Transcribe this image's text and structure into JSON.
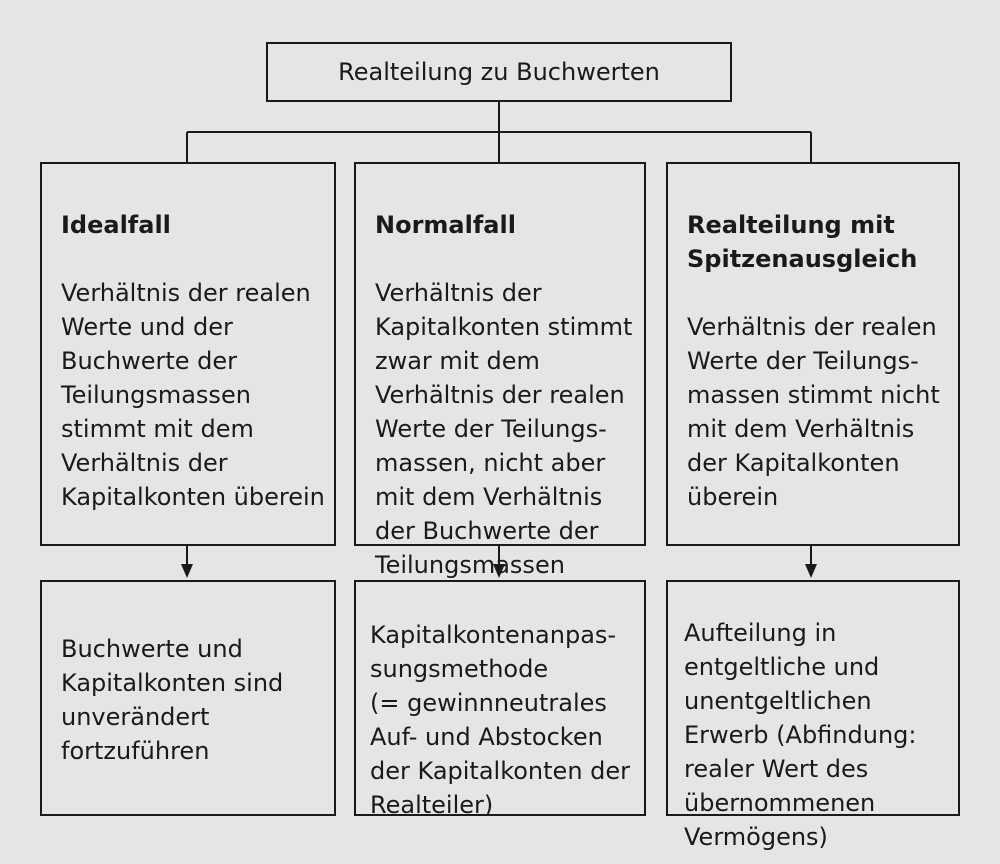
{
  "title": "Realteilung zu Buchwerten",
  "cases": [
    {
      "title": "Idealfall",
      "text": "Verhältnis der realen\nWerte und der\nBuchwerte der\nTeilungsmassen\nstimmt mit dem\nVerhältnis der\nKapitalkonten überein",
      "result": "Buchwerte und\nKapitalkonten sind\nunverändert\nfortzuführen"
    },
    {
      "title": "Normalfall",
      "text": "Verhältnis der\nKapitalkonten stimmt\nzwar mit dem\nVerhältnis der realen\nWerte der Teilungs-\nmassen, nicht aber\nmit dem Verhältnis\nder Buchwerte der\nTeilungsmassen\nüberein",
      "result": "Kapitalkontenanpas-\nsungsmethode\n(= gewinnneutrales\nAuf- und Abstocken\nder Kapitalkonten der\nRealteiler)"
    },
    {
      "title": "Realteilung mit\nSpitzenausgleich",
      "text": "Verhältnis der realen\nWerte der Teilungs-\nmassen stimmt nicht\nmit dem Verhältnis\nder Kapitalkonten\nüberein",
      "result": "Aufteilung in\nentgeltliche und\nunentgeltlichen\nErwerb (Abfindung:\nrealer Wert des\nübernommenen\nVermögens)"
    }
  ]
}
